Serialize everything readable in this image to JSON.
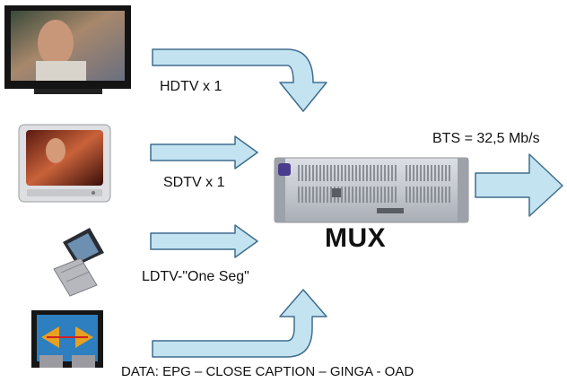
{
  "diagram": {
    "colors": {
      "arrow_fill": "#c3e3f1",
      "arrow_stroke": "#3f6d8d",
      "device_dark": "#141414",
      "mux_body": "#c7cad1"
    },
    "inputs": [
      {
        "id": "hdtv",
        "label": "HDTV x 1",
        "icon": "hdtv-television-icon"
      },
      {
        "id": "sdtv",
        "label": "SDTV x 1",
        "icon": "crt-television-icon"
      },
      {
        "id": "ldtv",
        "label": "LDTV-\"One Seg\"",
        "icon": "mobile-phone-icon"
      },
      {
        "id": "data",
        "label": "DATA:   EPG – CLOSE CAPTION – GINGA - OAD",
        "icon": "data-terminal-icon"
      }
    ],
    "mux": {
      "label": "MUX",
      "icon": "multiplexer-rack-icon"
    },
    "output": {
      "label": "BTS = 32,5 Mb/s",
      "icon": "output-arrow-icon"
    }
  }
}
